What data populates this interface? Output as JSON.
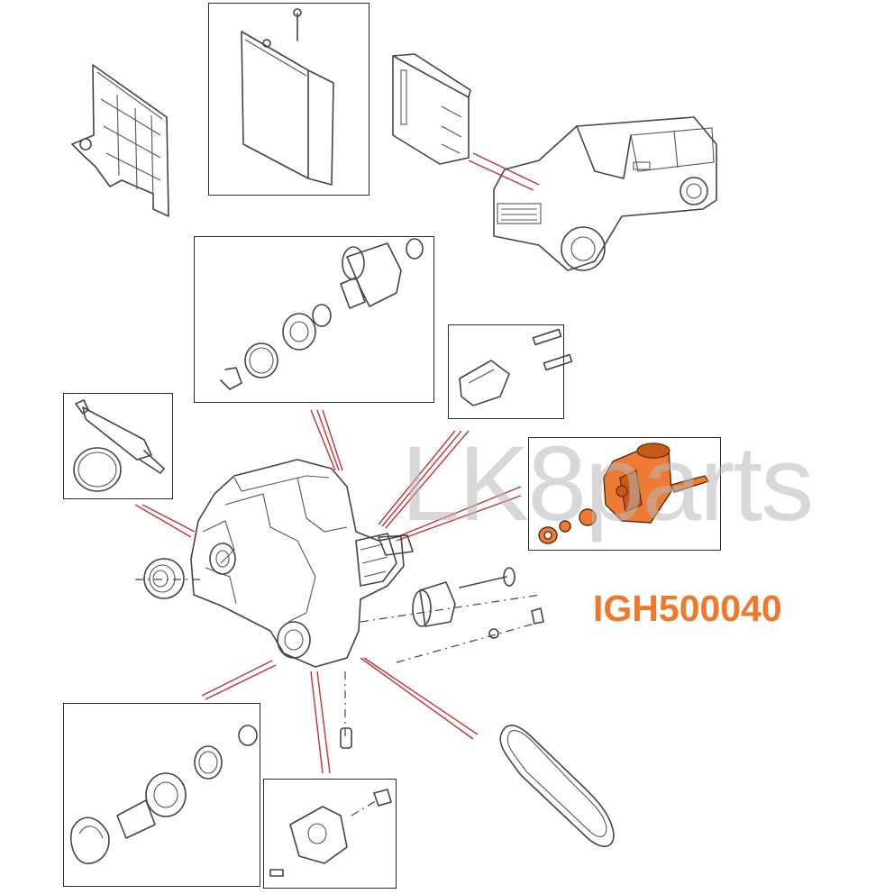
{
  "watermark": {
    "text": "LK8parts"
  },
  "part_number": {
    "text": "IGH500040",
    "color": "#f07828"
  },
  "colors": {
    "leader_lines": "#c83232",
    "highlight_part": "#ee7a33",
    "outline": "#444444"
  },
  "components": [
    {
      "name": "mounting-bracket"
    },
    {
      "name": "control-module-cover"
    },
    {
      "name": "transfer-box-ecu"
    },
    {
      "name": "range-rover-vehicle"
    },
    {
      "name": "output-flange-assembly"
    },
    {
      "name": "sensor-bracket"
    },
    {
      "name": "sealant-tube"
    },
    {
      "name": "shift-motor-highlighted"
    },
    {
      "name": "transfer-case"
    },
    {
      "name": "oil-seal"
    },
    {
      "name": "pulley-idler"
    },
    {
      "name": "drive-chain"
    },
    {
      "name": "rear-output-shaft-assembly"
    },
    {
      "name": "pump-housing"
    }
  ]
}
